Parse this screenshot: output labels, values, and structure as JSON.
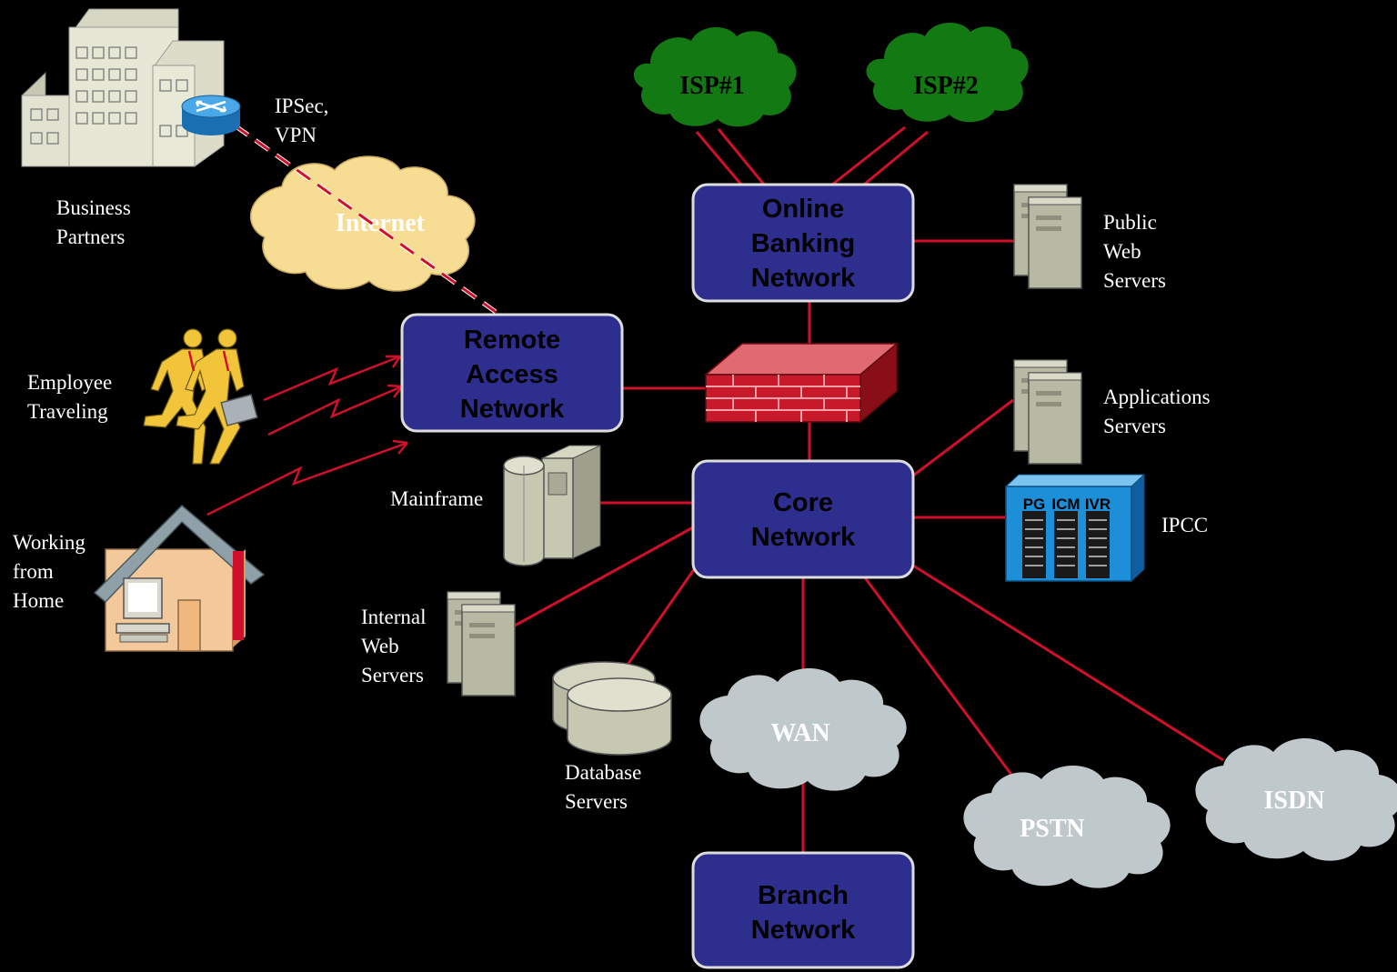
{
  "colors": {
    "background": "#000000",
    "link": "#d0102a",
    "network_box_fill": "#2e2e8f",
    "network_box_border": "#dddddd",
    "isp_cloud": "#137a13",
    "internet_cloud": "#f7dc93",
    "pstn_cloud": "#bfc9cc",
    "firewall": "#c8192b",
    "server": "#c7c8b2",
    "ipcc_fill": "#1c8fd8"
  },
  "networks": {
    "online_banking": [
      "Online",
      "Banking",
      "Network"
    ],
    "remote_access": [
      "Remote",
      "Access",
      "Network"
    ],
    "core": [
      "Core",
      "Network"
    ],
    "branch": [
      "Branch",
      "Network"
    ]
  },
  "clouds": {
    "isp1": "ISP#1",
    "isp2": "ISP#2",
    "internet": "Internet",
    "wan": "WAN",
    "pstn": "PSTN",
    "isdn": "ISDN"
  },
  "labels": {
    "ipsec": [
      "IPSec,",
      "VPN"
    ],
    "business_partners": [
      "Business",
      "Partners"
    ],
    "employee_traveling": [
      "Employee",
      "Traveling"
    ],
    "working_from_home": [
      "Working",
      "from",
      "Home"
    ],
    "mainframe": "Mainframe",
    "internal_web": [
      "Internal",
      "Web",
      "Servers"
    ],
    "database": [
      "Database",
      "Servers"
    ],
    "public_web": [
      "Public",
      "Web",
      "Servers"
    ],
    "applications": [
      "Applications",
      "Servers"
    ],
    "ipcc": "IPCC"
  },
  "ipcc_units": [
    "PG",
    "ICM",
    "IVR"
  ],
  "icons": {
    "building": "office-building-icon",
    "router": "router-icon",
    "travelers": "traveling-employees-icon",
    "house": "home-office-icon",
    "firewall": "firewall-icon",
    "mainframe": "mainframe-icon",
    "database": "database-icon",
    "server": "server-icon",
    "ipcc": "ipcc-icon"
  }
}
